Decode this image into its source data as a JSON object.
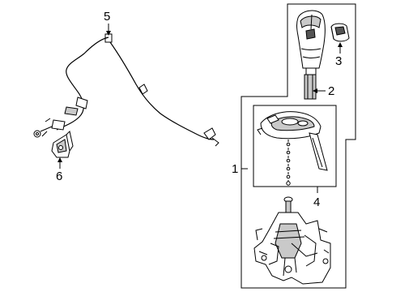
{
  "diagram": {
    "callouts": [
      {
        "id": "1",
        "label": "1"
      },
      {
        "id": "2",
        "label": "2"
      },
      {
        "id": "3",
        "label": "3"
      },
      {
        "id": "4",
        "label": "4"
      },
      {
        "id": "5",
        "label": "5"
      },
      {
        "id": "6",
        "label": "6"
      }
    ],
    "parts": [
      {
        "callout": "1",
        "icon": "shifter-assembly"
      },
      {
        "callout": "2",
        "icon": "shift-knob"
      },
      {
        "callout": "3",
        "icon": "knob-button"
      },
      {
        "callout": "4",
        "icon": "shift-indicator-bezel"
      },
      {
        "callout": "5",
        "icon": "shift-cable"
      },
      {
        "callout": "6",
        "icon": "cable-bracket"
      }
    ]
  },
  "colors": {
    "line": "#000000",
    "background": "#ffffff",
    "shade": "#c9c9c9"
  }
}
